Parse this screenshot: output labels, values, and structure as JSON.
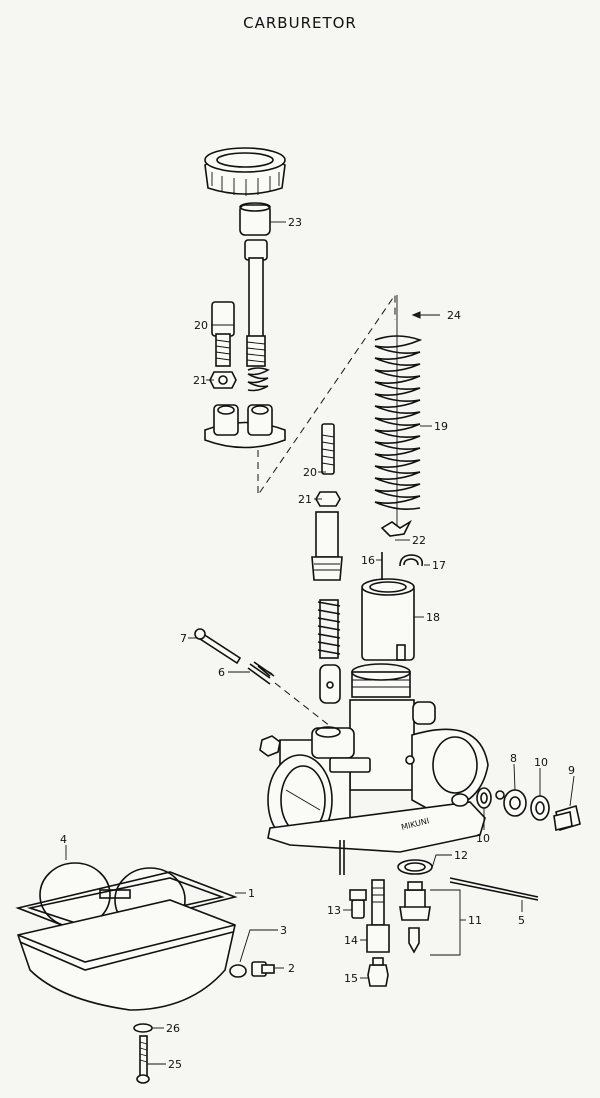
{
  "title": "CARBURETOR",
  "brand_stamp": "MIKUNI",
  "callouts": [
    {
      "id": "c23",
      "label": "23"
    },
    {
      "id": "c24",
      "label": "24"
    },
    {
      "id": "c20a",
      "label": "20"
    },
    {
      "id": "c21a",
      "label": "21"
    },
    {
      "id": "c19",
      "label": "19"
    },
    {
      "id": "c20b",
      "label": "20"
    },
    {
      "id": "c21b",
      "label": "21"
    },
    {
      "id": "c22",
      "label": "22"
    },
    {
      "id": "c16",
      "label": "16"
    },
    {
      "id": "c17",
      "label": "17"
    },
    {
      "id": "c18",
      "label": "18"
    },
    {
      "id": "c7",
      "label": "7"
    },
    {
      "id": "c6",
      "label": "6"
    },
    {
      "id": "c8",
      "label": "8"
    },
    {
      "id": "c10a",
      "label": "10"
    },
    {
      "id": "c9",
      "label": "9"
    },
    {
      "id": "c10b",
      "label": "10"
    },
    {
      "id": "c12",
      "label": "12"
    },
    {
      "id": "c4",
      "label": "4"
    },
    {
      "id": "c1",
      "label": "1"
    },
    {
      "id": "c13",
      "label": "13"
    },
    {
      "id": "c11",
      "label": "11"
    },
    {
      "id": "c5",
      "label": "5"
    },
    {
      "id": "c3",
      "label": "3"
    },
    {
      "id": "c14",
      "label": "14"
    },
    {
      "id": "c2",
      "label": "2"
    },
    {
      "id": "c15",
      "label": "15"
    },
    {
      "id": "c26",
      "label": "26"
    },
    {
      "id": "c25",
      "label": "25"
    }
  ]
}
